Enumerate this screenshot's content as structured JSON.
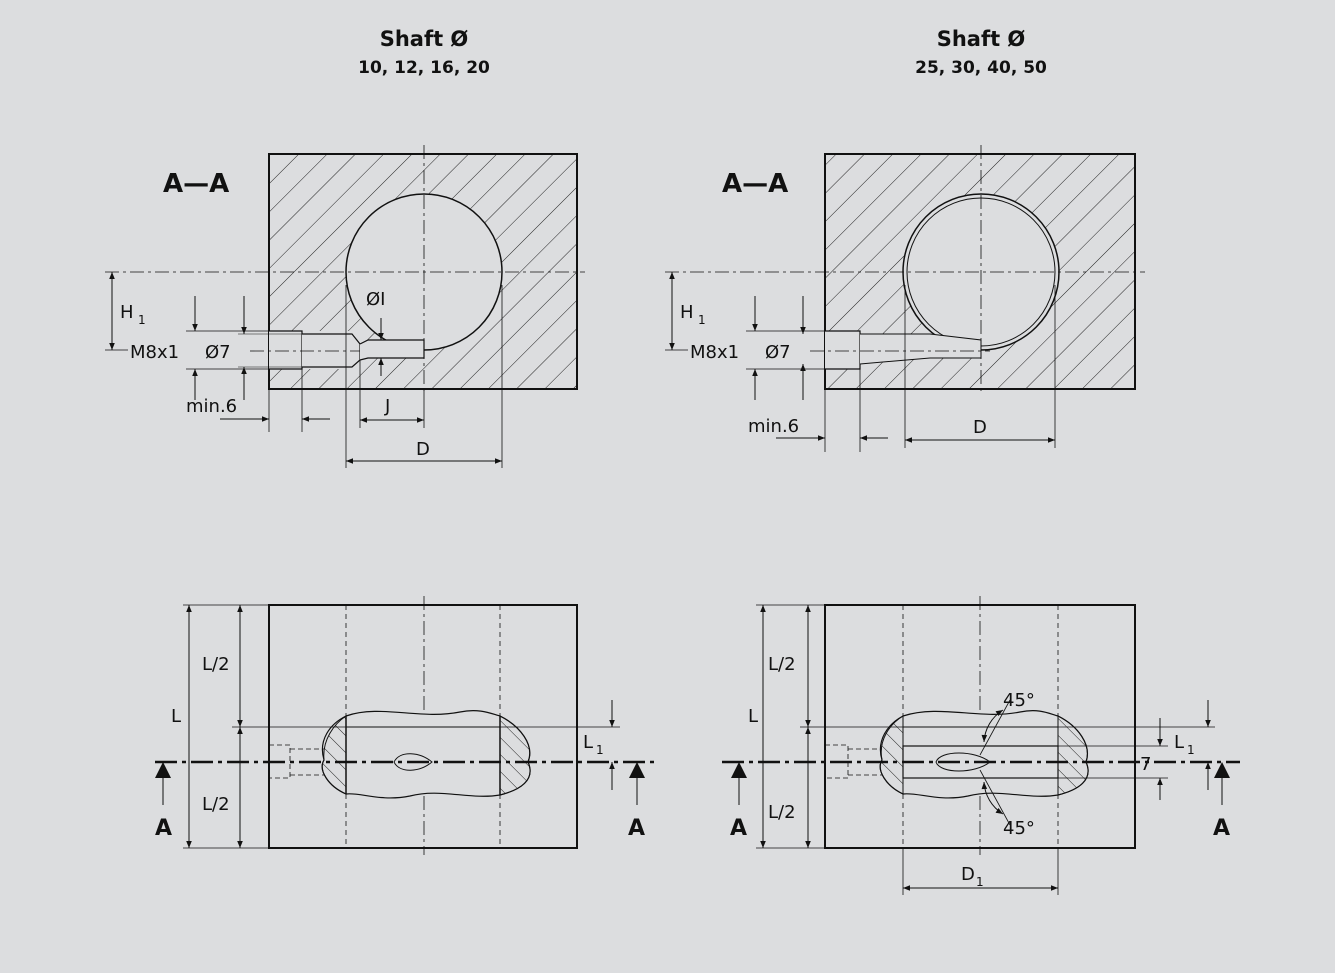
{
  "left": {
    "title": "Shaft Ø",
    "sizes": "10, 12, 16, 20",
    "section": "A—A",
    "h1_main": "H",
    "h1_sub": "1",
    "thread": "M8x1",
    "bore": "Ø7",
    "min": "min.6",
    "hole": "ØI",
    "j": "J",
    "d": "D",
    "l_half_top": "L/2",
    "l": "L",
    "l_half_bottom": "L/2",
    "l1_main": "L",
    "l1_sub": "1",
    "cut_left": "A",
    "cut_right": "A"
  },
  "right": {
    "title": "Shaft Ø",
    "sizes": "25, 30, 40, 50",
    "section": "A—A",
    "h1_main": "H",
    "h1_sub": "1",
    "thread": "M8x1",
    "bore": "Ø7",
    "min": "min.6",
    "d": "D",
    "l_half_top": "L/2",
    "l": "L",
    "l_half_bottom": "L/2",
    "angle_top": "45°",
    "angle_bottom": "45°",
    "l1_main": "L",
    "l1_sub": "1",
    "seven": "7",
    "d1_main": "D",
    "d1_sub": "1",
    "cut_left": "A",
    "cut_right": "A"
  }
}
